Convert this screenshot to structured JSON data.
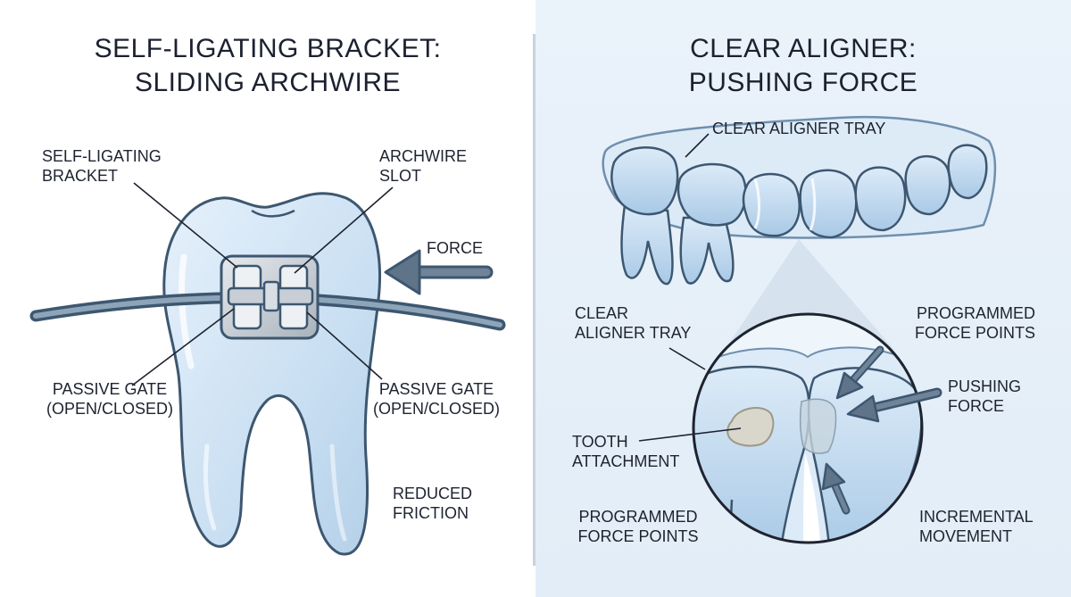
{
  "left_panel": {
    "title_line1": "SELF-LIGATING BRACKET:",
    "title_line2": "SLIDING ARCHWIRE",
    "labels": {
      "bracket_line1": "SELF-LIGATING",
      "bracket_line2": "BRACKET",
      "slot_line1": "ARCHWIRE",
      "slot_line2": "SLOT",
      "force": "FORCE",
      "gate_left_line1": "PASSIVE GATE",
      "gate_left_line2": "(OPEN/CLOSED)",
      "gate_right_line1": "PASSIVE GATE",
      "gate_right_line2": "(OPEN/CLOSED)",
      "friction_line1": "REDUCED",
      "friction_line2": "FRICTION"
    }
  },
  "right_panel": {
    "title_line1": "CLEAR ALIGNER:",
    "title_line2": "PUSHING FORCE",
    "labels": {
      "tray_top": "CLEAR ALIGNER TRAY",
      "tray_line1": "CLEAR",
      "tray_line2": "ALIGNER TRAY",
      "points_top_line1": "PROGRAMMED",
      "points_top_line2": "FORCE POINTS",
      "pushing_line1": "PUSHING",
      "pushing_line2": "FORCE",
      "attachment_line1": "TOOTH",
      "attachment_line2": "ATTACHMENT",
      "points_bottom_line1": "PROGRAMMED",
      "points_bottom_line2": "FORCE POINTS",
      "incremental_line1": "INCREMENTAL",
      "incremental_line2": "MOVEMENT"
    }
  },
  "colors": {
    "tooth_fill": "#cfe3f4",
    "tooth_outline": "#3d5770",
    "arrow": "#5f7488",
    "bracket_metal": "#b9c1ca",
    "attachment": "#d9d6cc"
  }
}
